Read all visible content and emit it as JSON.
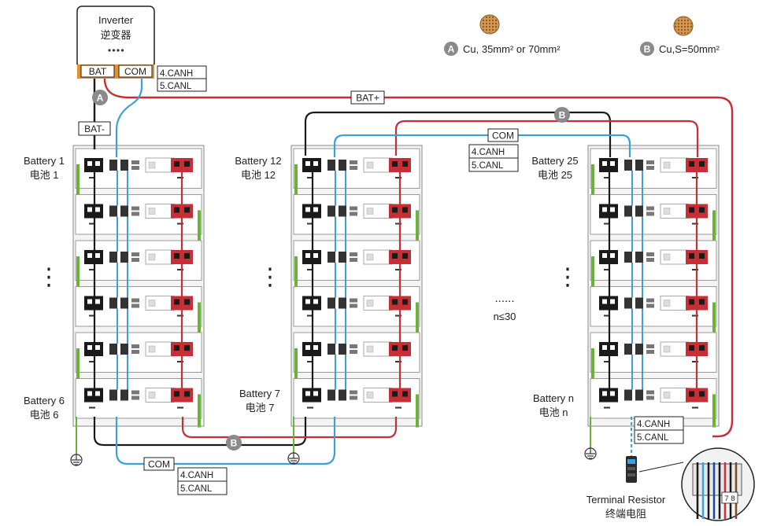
{
  "inverter": {
    "name_en": "Inverter",
    "name_cn": "逆变器",
    "port_bat": "BAT",
    "port_com": "COM",
    "can_h": "4.CANH",
    "can_l": "5.CANL"
  },
  "legend": {
    "a_letter": "A",
    "a_text": "Cu, 35mm² or 70mm²",
    "b_letter": "B",
    "b_text": "Cu,S=50mm²"
  },
  "wires": {
    "bat_minus": "BAT-",
    "bat_plus": "BAT+",
    "com": "COM",
    "can_h": "4.CANH",
    "can_l": "5.CANL",
    "badge_a": "A",
    "badge_b": "B"
  },
  "batteries": {
    "b1_en": "Battery 1",
    "b1_cn": "电池 1",
    "b6_en": "Battery 6",
    "b6_cn": "电池 6",
    "b12_en": "Battery 12",
    "b12_cn": "电池 12",
    "b7_en": "Battery 7",
    "b7_cn": "电池 7",
    "b25_en": "Battery 25",
    "b25_cn": "电池 25",
    "bn_en": "Battery n",
    "bn_cn": "电池 n"
  },
  "misc": {
    "dots_vertical": "⋮",
    "dots_horizontal": "......",
    "n_limit": "n≤30"
  },
  "terminal": {
    "en": "Terminal Resistor",
    "cn": "终端电阻",
    "pins": "7 8"
  },
  "colors": {
    "red": "#c62f36",
    "blue": "#3ea0d8",
    "black": "#1a1a1a",
    "orange": "#e8902a",
    "green": "#6ab23a",
    "badge": "#8a8a8a",
    "copper": "#d89a52"
  }
}
